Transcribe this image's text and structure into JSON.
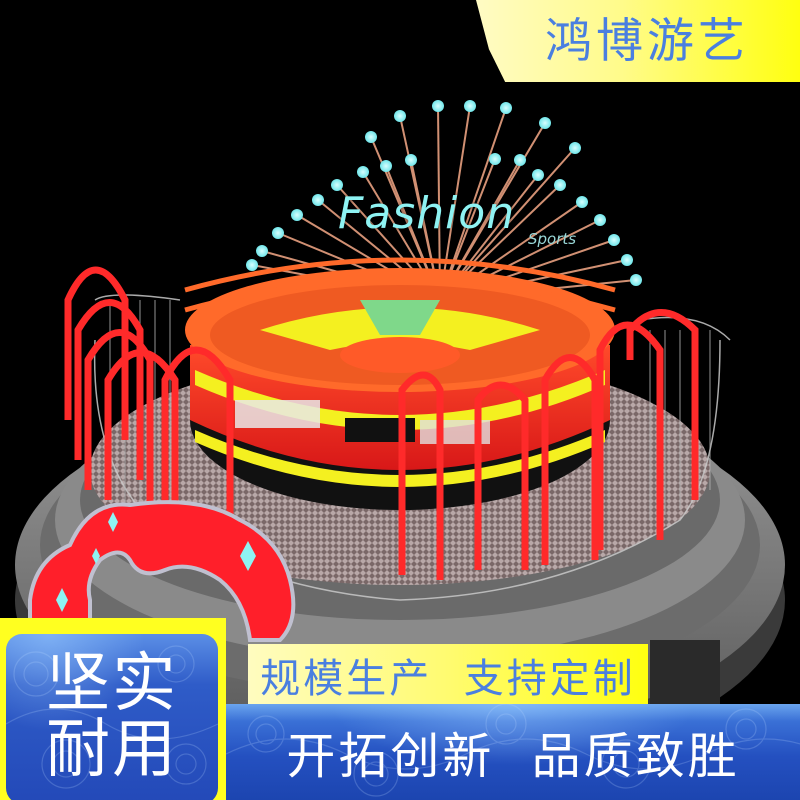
{
  "brand": {
    "name": "鸿博游艺",
    "banner_color": "#ffff10",
    "text_color": "#4a7fe0"
  },
  "product_image": {
    "subject": "amusement-ride-rendering",
    "sign_title": "Fashion",
    "sign_subtitle": "Sports",
    "colors": {
      "background": "#000000",
      "ride_red": "#ff2a2a",
      "ride_orange": "#ff6a2a",
      "ride_yellow": "#f4f020",
      "floor_green": "#7fd88a",
      "light_bulb": "#8ef3f3",
      "base_gray": "#7a7a7a"
    }
  },
  "badge": {
    "line1": "坚实",
    "line2": "耐用",
    "frame_color": "#ffff20",
    "panel_color": "#2349b8"
  },
  "tagline": {
    "text": "规模生产  支持定制",
    "text_color": "#4a7fe0"
  },
  "bottom_bar": {
    "text": "开拓创新  品质致胜",
    "text_color": "#ffffff"
  }
}
